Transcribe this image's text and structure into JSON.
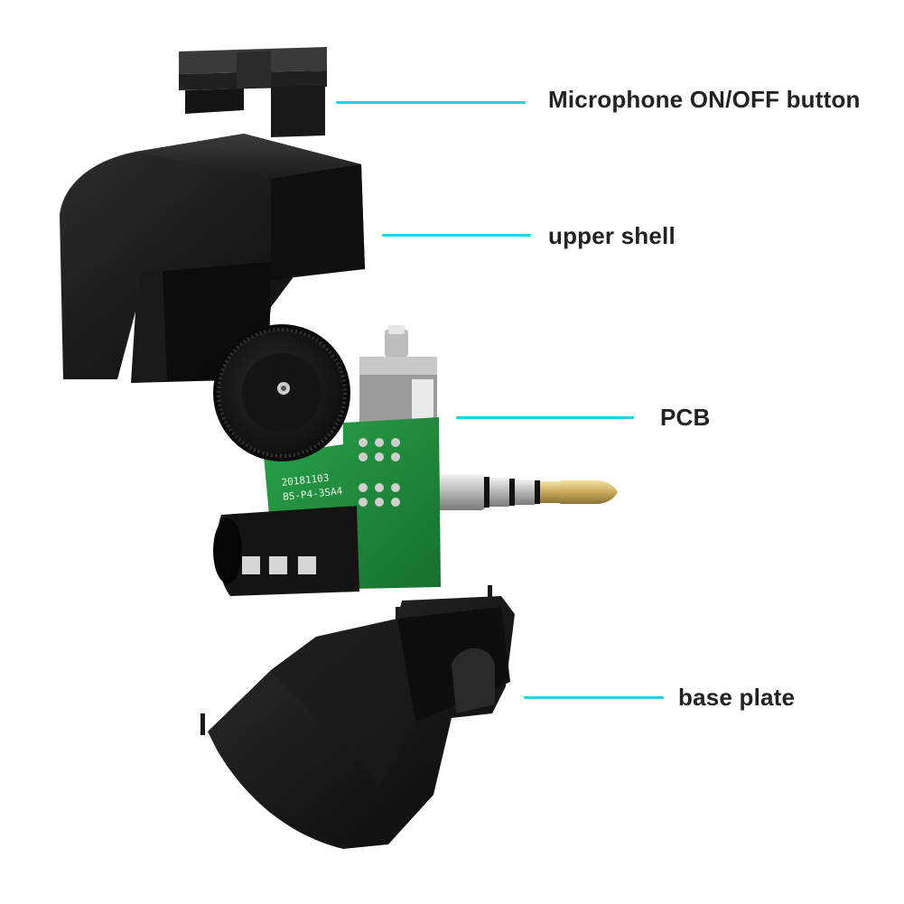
{
  "colors": {
    "background": "#ffffff",
    "callout_line": "#1ed3e6",
    "label_text": "#222222",
    "plastic_dark": "#121212",
    "plastic_mid": "#1f1f1f",
    "plastic_light": "#3a3a3a",
    "pcb_green": "#1e8a3a",
    "metal": "#c9c9c9",
    "gold": "#d9c27a"
  },
  "parts": [
    {
      "id": "mic-button",
      "label": "Microphone ON/OFF button",
      "icon": "button-cap"
    },
    {
      "id": "upper-shell",
      "label": "upper shell",
      "icon": "shell-top"
    },
    {
      "id": "pcb",
      "label": "PCB",
      "icon": "circuit-board",
      "silkscreen": [
        "20181103",
        "BS-P4-3SA4"
      ]
    },
    {
      "id": "base-plate",
      "label": "base plate",
      "icon": "shell-bottom"
    }
  ]
}
